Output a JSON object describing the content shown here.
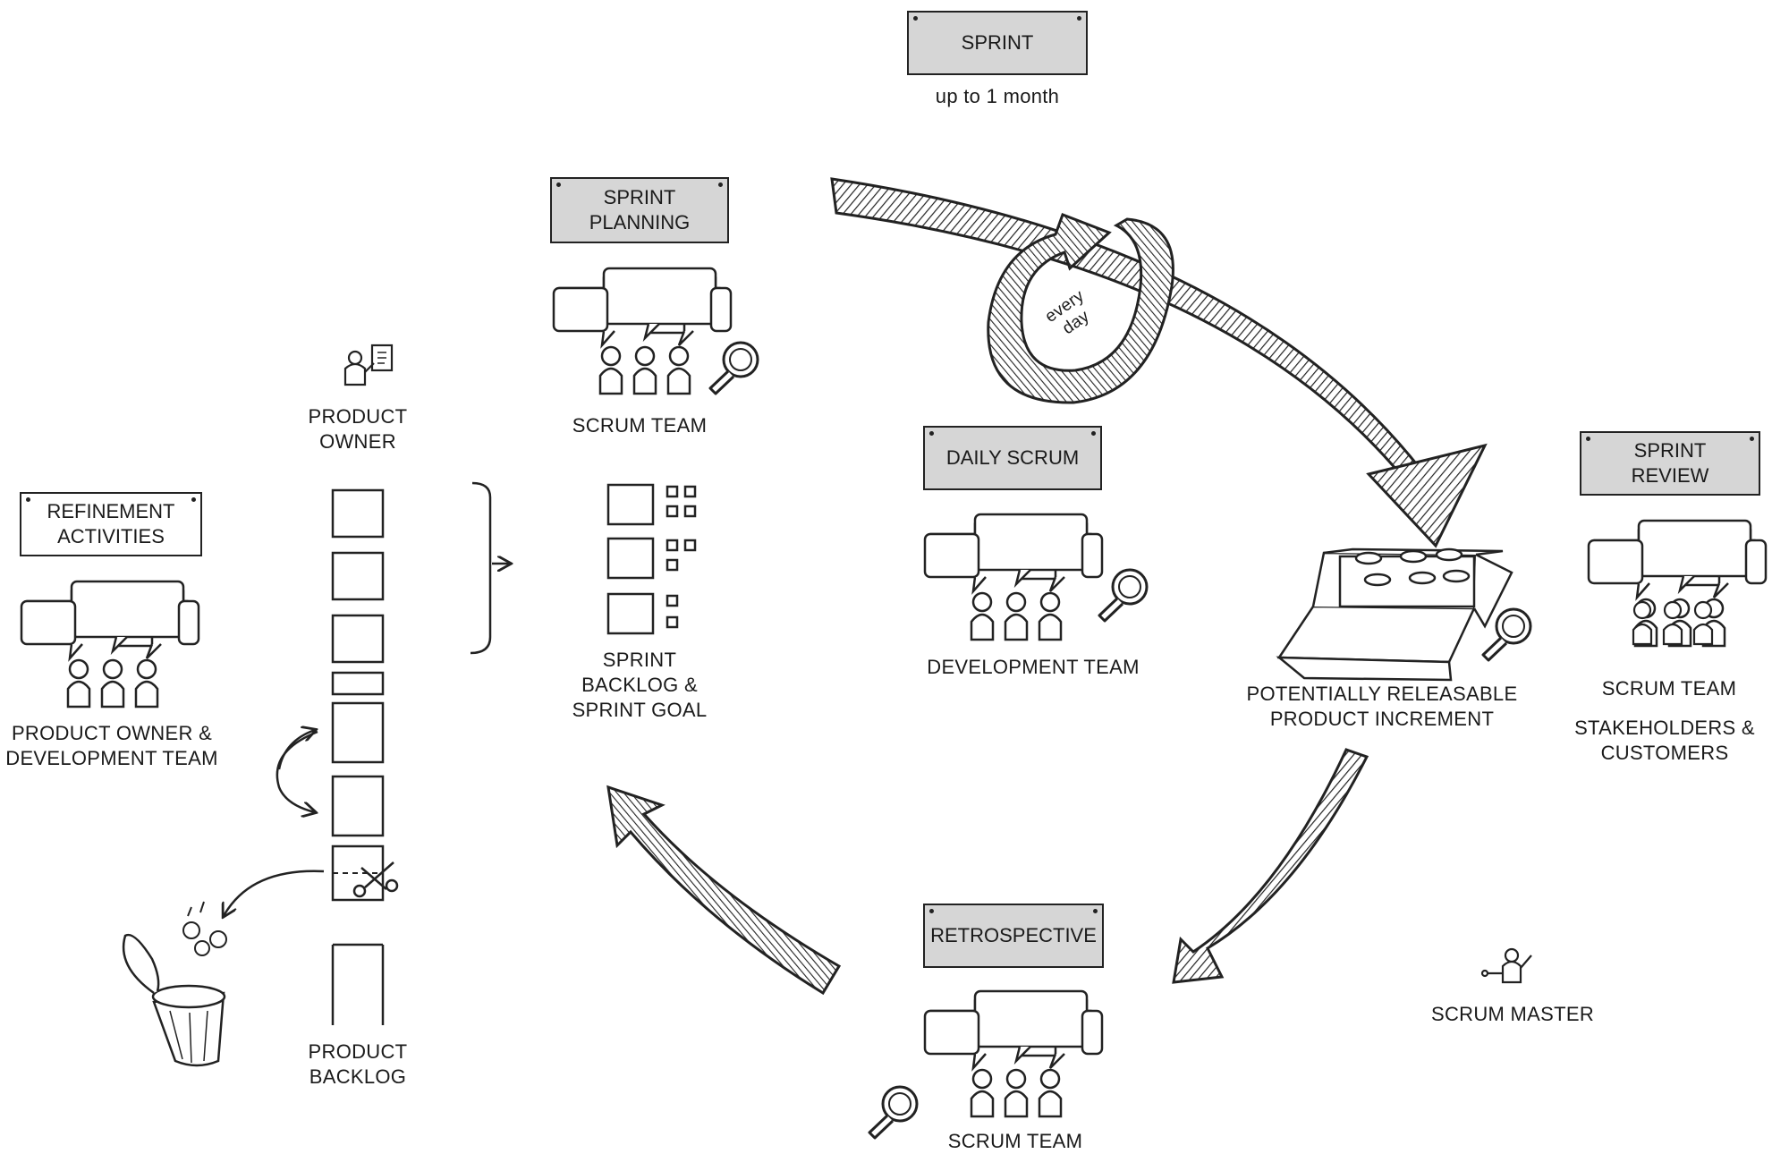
{
  "sprint": {
    "title": "SPRINT",
    "duration": "up to 1 month"
  },
  "refinement": {
    "title": "REFINEMENT\nACTIVITIES",
    "people": "PRODUCT OWNER &\nDEVELOPMENT TEAM"
  },
  "product_owner": {
    "label": "PRODUCT\nOWNER"
  },
  "product_backlog": {
    "label": "PRODUCT\nBACKLOG"
  },
  "sprint_planning": {
    "title": "SPRINT\nPLANNING",
    "people": "SCRUM TEAM"
  },
  "sprint_backlog": {
    "label": "SPRINT\nBACKLOG &\nSPRINT GOAL"
  },
  "daily_scrum": {
    "title": "DAILY SCRUM",
    "people": "DEVELOPMENT TEAM",
    "loop_text": "every\nday"
  },
  "increment": {
    "label": "POTENTIALLY RELEASABLE\nPRODUCT INCREMENT"
  },
  "sprint_review": {
    "title": "SPRINT\nREVIEW",
    "people": "SCRUM TEAM",
    "guests": "STAKEHOLDERS &\nCUSTOMERS"
  },
  "retrospective": {
    "title": "RETROSPECTIVE",
    "people": "SCRUM TEAM"
  },
  "scrum_master": {
    "label": "SCRUM MASTER"
  },
  "colors": {
    "plate": "#d6d6d6",
    "ink": "#1a1a1a"
  }
}
